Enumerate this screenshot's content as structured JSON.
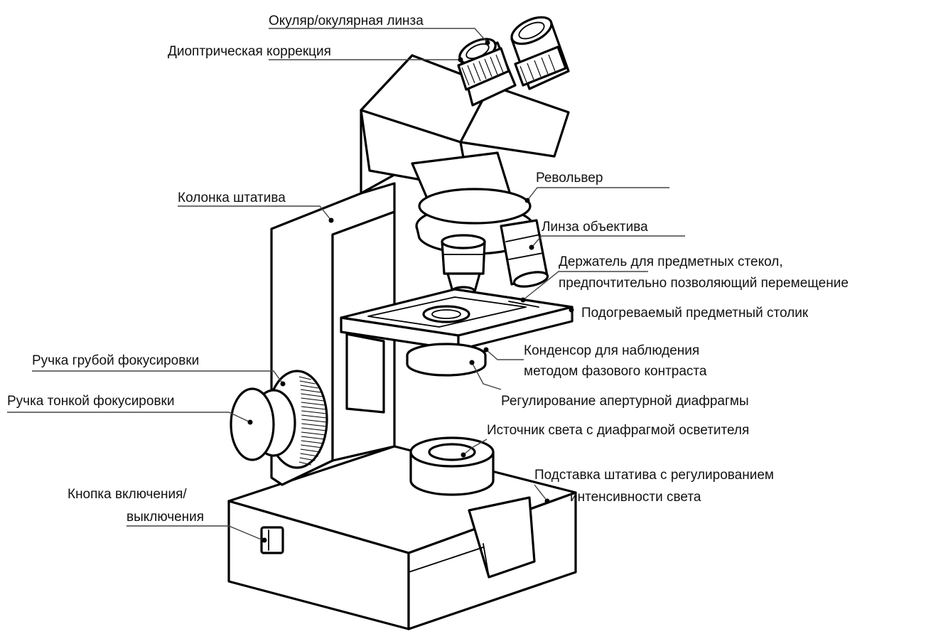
{
  "diagram": {
    "subject": "microscope",
    "labels": {
      "eyepiece": "Окуляр/окулярная линза",
      "diopter": "Диоптрическая коррекция",
      "revolver": "Револьвер",
      "column": "Колонка штатива",
      "objective": "Линза объектива",
      "slide_holder_1": "Держатель для предметных стекол,",
      "slide_holder_2": "предпочтительно позволяющий перемещение",
      "stage": "Подогреваемый предметный столик",
      "condenser_1": "Конденсор для наблюдения",
      "condenser_2": "методом фазового контраста",
      "aperture": "Регулирование апертурной диафрагмы",
      "coarse_focus": "Ручка грубой фокусировки",
      "fine_focus": "Ручка тонкой фокусировки",
      "light_source": "Источник света с диафрагмой осветителя",
      "base_1": "Подставка штатива с регулированием",
      "base_2": "интенсивности света",
      "power_1": "Кнопка включения/",
      "power_2": "выключения"
    }
  }
}
